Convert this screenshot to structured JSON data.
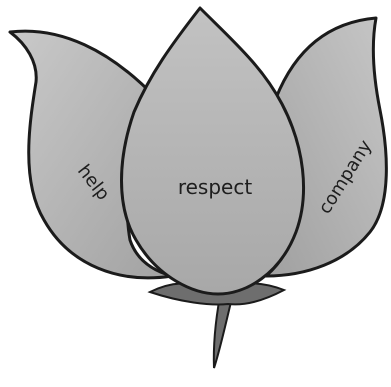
{
  "petals": {
    "left": {
      "label": "help"
    },
    "center": {
      "label": "respect"
    },
    "right": {
      "label": "company"
    }
  },
  "colors": {
    "petal_fill": "#b8b8b8",
    "petal_shadow": "#999999",
    "stem": "#6e6e6e",
    "outline": "#1b1b1b"
  }
}
